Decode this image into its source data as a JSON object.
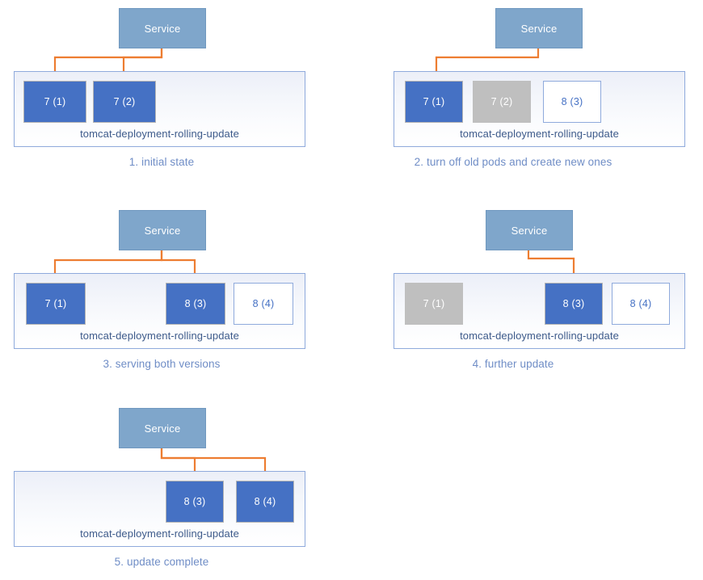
{
  "colors": {
    "service_fill": "#7fa6cb",
    "pod_active": "#4571c4",
    "pod_terminating": "#bfbfbf",
    "pod_pending_border": "#8faadc",
    "arrow": "#ed7d31",
    "container_border": "#8faadc",
    "caption_text": "#6f8dc6",
    "deployment_label_text": "#3d5a8a"
  },
  "labels": {
    "service": "Service",
    "deployment": "tomcat-deployment-rolling-update"
  },
  "panels": [
    {
      "id": "panel-1",
      "caption": "1. initial state",
      "service_label": "Service",
      "deployment_label": "tomcat-deployment-rolling-update",
      "pods": [
        {
          "label": "7 (1)",
          "state": "active"
        },
        {
          "label": "7 (2)",
          "state": "active"
        }
      ],
      "arrow_targets": [
        "7 (1)",
        "7 (2)"
      ]
    },
    {
      "id": "panel-2",
      "caption": "2. turn off old pods and create new ones",
      "service_label": "Service",
      "deployment_label": "tomcat-deployment-rolling-update",
      "pods": [
        {
          "label": "7 (1)",
          "state": "active"
        },
        {
          "label": "7 (2)",
          "state": "terminating"
        },
        {
          "label": "8 (3)",
          "state": "pending"
        }
      ],
      "arrow_targets": [
        "7 (1)"
      ]
    },
    {
      "id": "panel-3",
      "caption": "3. serving both versions",
      "service_label": "Service",
      "deployment_label": "tomcat-deployment-rolling-update",
      "pods": [
        {
          "label": "7 (1)",
          "state": "active"
        },
        {
          "label": "8 (3)",
          "state": "active"
        },
        {
          "label": "8 (4)",
          "state": "pending"
        }
      ],
      "arrow_targets": [
        "7 (1)",
        "8 (3)"
      ]
    },
    {
      "id": "panel-4",
      "caption": "4. further update",
      "service_label": "Service",
      "deployment_label": "tomcat-deployment-rolling-update",
      "pods": [
        {
          "label": "7 (1)",
          "state": "terminating"
        },
        {
          "label": "8 (3)",
          "state": "active"
        },
        {
          "label": "8 (4)",
          "state": "pending"
        }
      ],
      "arrow_targets": [
        "8 (3)"
      ]
    },
    {
      "id": "panel-5",
      "caption": "5. update complete",
      "service_label": "Service",
      "deployment_label": "tomcat-deployment-rolling-update",
      "pods": [
        {
          "label": "8 (3)",
          "state": "active"
        },
        {
          "label": "8 (4)",
          "state": "active"
        }
      ],
      "arrow_targets": [
        "8 (3)",
        "8 (4)"
      ]
    }
  ]
}
